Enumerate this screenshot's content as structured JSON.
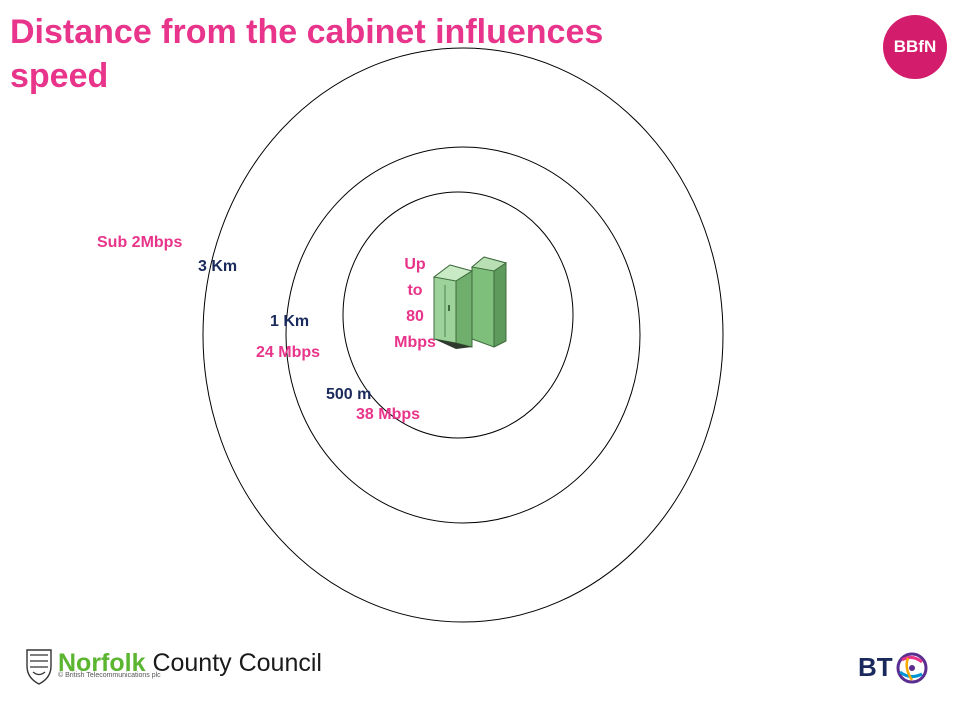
{
  "slide": {
    "title_line1": "Distance from the cabinet influences",
    "title_line2": "speed",
    "badge": "BBfN"
  },
  "colors": {
    "pink": "#E8348A",
    "navy": "#1B2A5C",
    "ring": "#000000",
    "cabinet": "#8DCB8A"
  },
  "labels": {
    "outer_speed": "Sub  2Mbps",
    "outer_distance": "3  Km",
    "middle_distance": "1  Km",
    "middle_speed": "24  Mbps",
    "inner_distance": "500   m",
    "inner_speed": "38   Mbps",
    "center_line1": "Up",
    "center_line2": "to",
    "center_line3": "80",
    "center_line4": "Mbps"
  },
  "footer": {
    "logo_brand": "Norfolk",
    "logo_rest": " County Council",
    "copyright": "© British Telecommunications  plc",
    "bt_logo": "BT"
  },
  "icons": [
    "council-crest-icon",
    "bt-globe-icon",
    "street-cabinet-icon"
  ]
}
